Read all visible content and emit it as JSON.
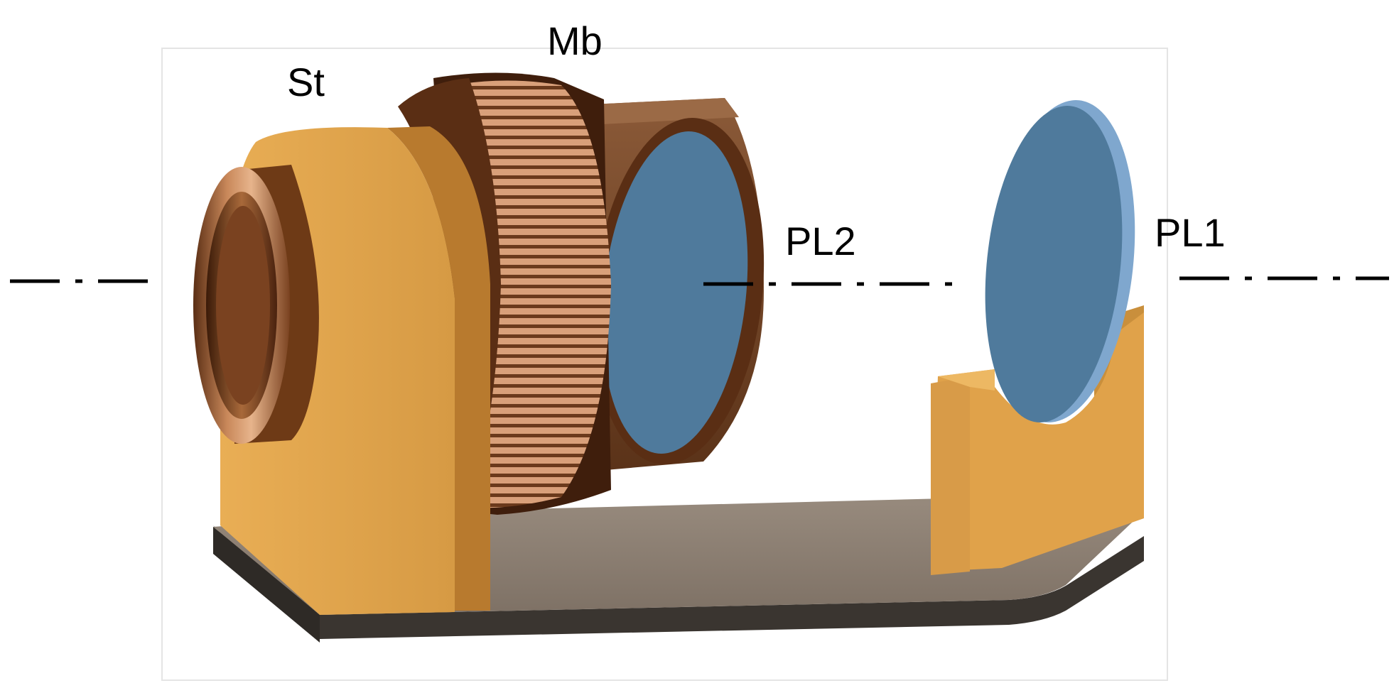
{
  "labels": {
    "st": "St",
    "mb": "Mb",
    "pl2": "PL2",
    "pl1": "PL1"
  },
  "colors": {
    "stand": "#E0A24A",
    "stand_shadow": "#B87A2E",
    "copper": "#B8743F",
    "copper_dark": "#6B3A1C",
    "plate": "#4F7A9C",
    "plate_light": "#7FA7CE",
    "base_top": "#8A7D70",
    "base_side": "#3A3530",
    "axis": "#000000"
  },
  "icons": {
    "stand": "stand-shape",
    "mount_body": "gear-cylinder-shape",
    "plate_2": "disc-plate-shape",
    "plate_1": "disc-plate-shape",
    "axis": "dash-dot-line"
  }
}
